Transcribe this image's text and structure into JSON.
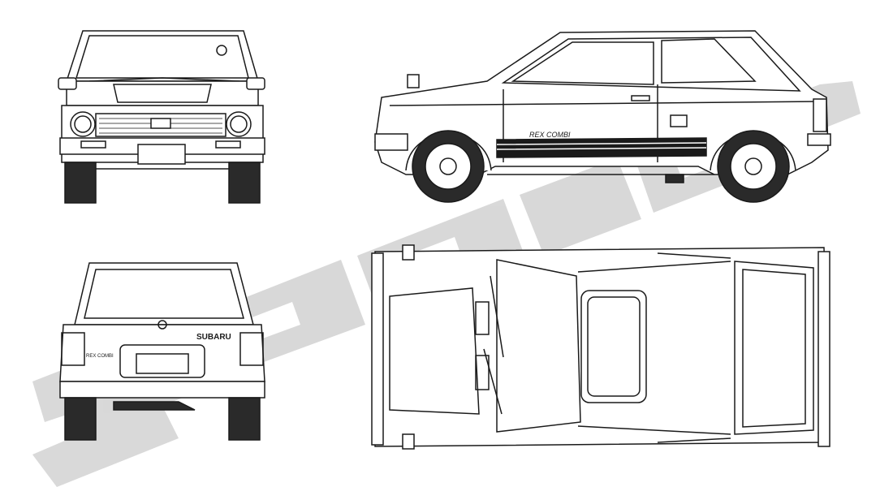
{
  "watermark": {
    "text": "blueprints",
    "color": "#c8c8c8"
  },
  "views": {
    "front": {
      "name": "front-view"
    },
    "side": {
      "name": "side-view",
      "stripe_text": "REX COMBI"
    },
    "rear": {
      "name": "rear-view",
      "brand_text": "SUBARU",
      "badge_text": "REX COMBI"
    },
    "top": {
      "name": "top-view"
    }
  },
  "colors": {
    "line": "#1a1a1a",
    "tire": "#2a2a2a",
    "stripe": "#1a1a1a"
  }
}
